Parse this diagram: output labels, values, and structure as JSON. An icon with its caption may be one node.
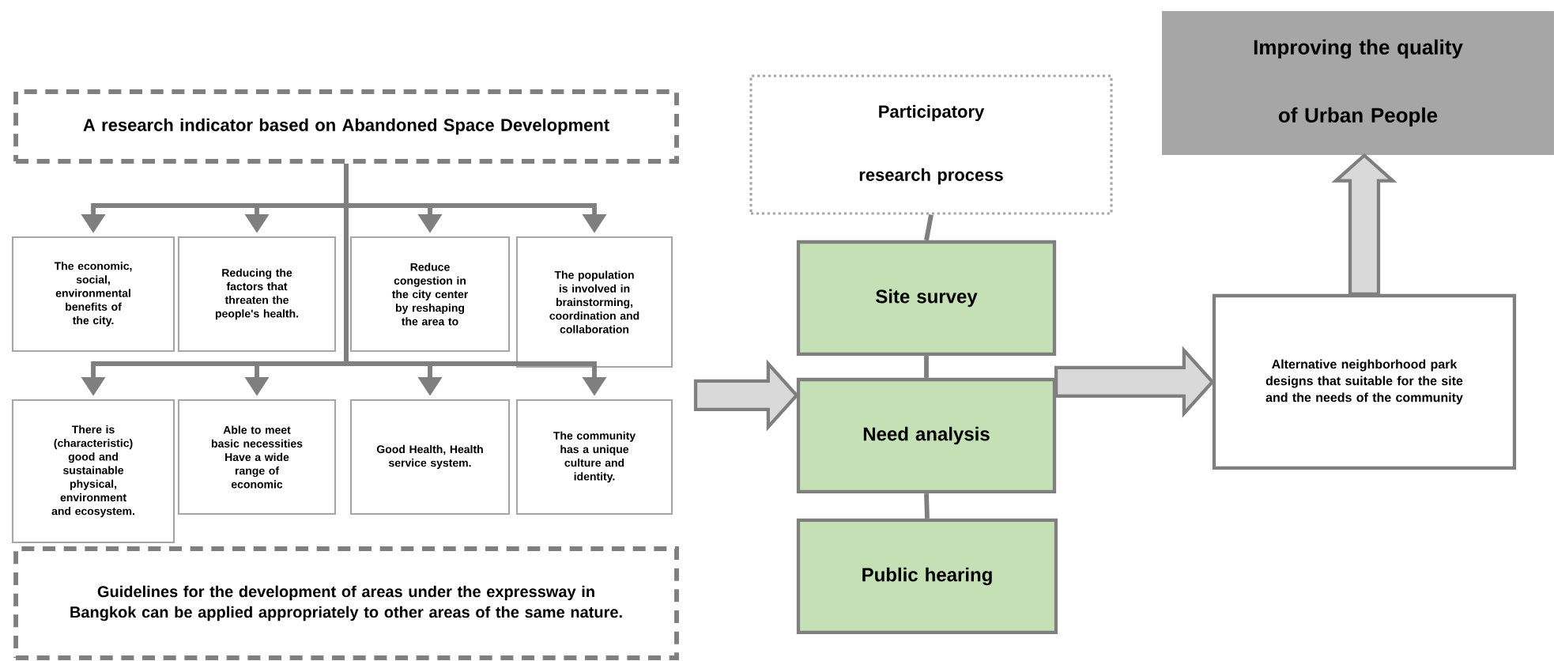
{
  "diagram": {
    "nodes": [
      {
        "text": [
          "A research indicator based on Abandoned Space Development"
        ]
      },
      {
        "text": [
          "The economic, social, environmental benefits of the city."
        ]
      },
      {
        "text": [
          "Reducing the factors that threaten the people's health."
        ]
      },
      {
        "text": [
          "Reduce congestion in the city center by reshaping the area to"
        ]
      },
      {
        "text": [
          "The population is involved in brainstorming, coordination and collaboration"
        ]
      },
      {
        "text": [
          "There is (characteristic) good and sustainable physical, environment and ecosystem."
        ]
      },
      {
        "text": [
          "Able to meet basic necessities Have a wide range of economic"
        ]
      },
      {
        "text": [
          "Good Health, Health service system."
        ]
      },
      {
        "text": [
          "The community has a unique culture and identity."
        ]
      },
      {
        "text": [
          "Guidelines for the development of areas under the expressway in Bangkok can be applied appropriately to other areas of the same nature."
        ]
      },
      {
        "text": [
          "Participatory research process"
        ]
      },
      {
        "text": [
          "Site survey"
        ]
      },
      {
        "text": [
          "Need analysis"
        ]
      },
      {
        "text": [
          "Public hearing"
        ]
      },
      {
        "text": [
          "Alternative neighborhood park designs that suitable for the site and the needs of the community"
        ]
      },
      {
        "text": [
          "Improving the quality of Urban People"
        ]
      }
    ],
    "edges": [
      {
        "from": 0,
        "to": 1,
        "arrow": "to"
      },
      {
        "from": 0,
        "to": 2,
        "arrow": "to"
      },
      {
        "from": 0,
        "to": 3,
        "arrow": "to"
      },
      {
        "from": 0,
        "to": 4,
        "arrow": "to"
      },
      {
        "from": 0,
        "to": 5,
        "arrow": "to"
      },
      {
        "from": 0,
        "to": 6,
        "arrow": "to"
      },
      {
        "from": 0,
        "to": 7,
        "arrow": "to"
      },
      {
        "from": 0,
        "to": 8,
        "arrow": "to"
      },
      {
        "from": 10,
        "to": 11,
        "arrow": "none"
      },
      {
        "from": 11,
        "to": 12,
        "arrow": "none"
      },
      {
        "from": 12,
        "to": 13,
        "arrow": "none"
      },
      {
        "from": null,
        "to": 12,
        "arrow": "to",
        "style": "thick"
      },
      {
        "from": 12,
        "to": 14,
        "arrow": "to",
        "style": "thick"
      },
      {
        "from": 14,
        "to": 15,
        "arrow": "to",
        "style": "thick"
      }
    ]
  }
}
